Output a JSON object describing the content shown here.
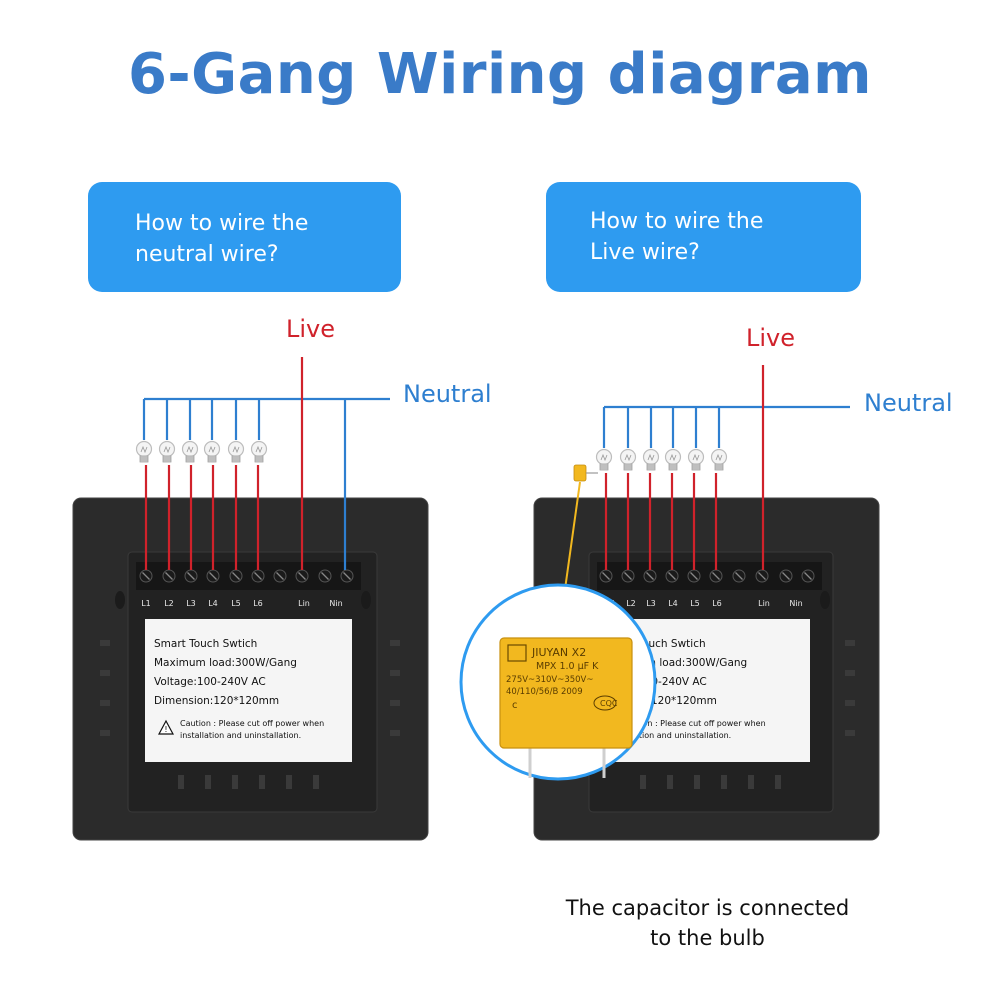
{
  "title": "6-Gang Wiring diagram",
  "question_neutral": "How to wire the\nneutral wire?",
  "question_live": "How to wire the\nLive wire?",
  "wire_live": "Live",
  "wire_neutral": "Neutral",
  "terminals": [
    "L1",
    "L2",
    "L3",
    "L4",
    "L5",
    "L6",
    "Lin",
    "Nin"
  ],
  "label": {
    "line1": "Smart Touch Swtich",
    "line2": "Maximum load:300W/Gang",
    "line3": "Voltage:100-240V AC",
    "line4": "Dimension:120*120mm",
    "caution1": "Caution : Please cut off power when",
    "caution2": "installation and uninstallation.",
    "r_line1": "t Touch Swtich",
    "r_line2": "imum load:300W/Gang",
    "r_line3": "e:100-240V AC",
    "r_line4": "sion:120*120mm",
    "r_caution1": "ution : Please cut off power when",
    "r_caution2": "ation and uninstallation."
  },
  "capacitor": {
    "line1": "JIUYAN X2",
    "line2": "MPX 1.0 μF K",
    "line3": "275V~310V~350V~",
    "line4": "40/110/56/B  2009",
    "mark1": "c",
    "mark2": "CQC"
  },
  "caption": "The capacitor is connected\nto the bulb",
  "colors": {
    "title": "#3a7bc8",
    "box": "#2e9bf0",
    "live": "#d0222b",
    "neutral": "#2e7fd0",
    "panel": "#2a2a2a",
    "capacitor": "#f2b81f"
  }
}
